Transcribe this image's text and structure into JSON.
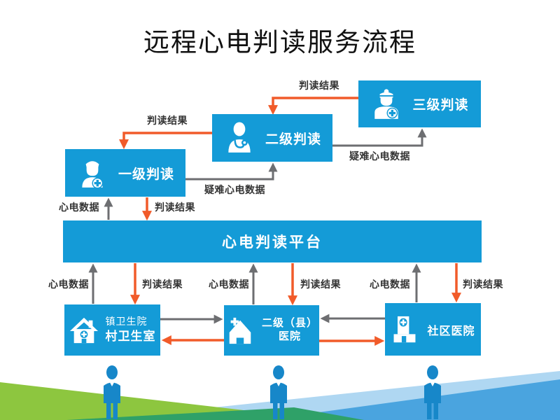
{
  "title": "远程心电判读服务流程",
  "nodes": {
    "level3": {
      "label": "三级判读",
      "icon": "surgeon-doctor-icon"
    },
    "level2": {
      "label": "二级判读",
      "icon": "stethoscope-doctor-icon"
    },
    "level1": {
      "label": "一级判读",
      "icon": "nurse-doctor-icon"
    },
    "platform": {
      "label": "心电判读平台"
    },
    "village": {
      "line1": "镇卫生院",
      "line2": "村卫生室",
      "icon": "village-clinic-house-icon"
    },
    "county": {
      "line1": "二级（县）",
      "line2": "医院",
      "icon": "county-hospital-icon"
    },
    "community": {
      "label": "社区医院",
      "icon": "community-clinic-building-icon"
    }
  },
  "edge_labels": {
    "result": "判读结果",
    "ecg_data": "心电数据",
    "difficult_ecg": "疑难心电数据"
  },
  "colors": {
    "node_blue": "#149BD7",
    "result_orange": "#F15B2A",
    "data_gray": "#6D6E71",
    "person_blue": "#1787C9",
    "grass_green": "#8DC63F",
    "grass_teal": "#2FA168",
    "wave_light_blue": "#AFD7F2",
    "wave_mid_blue": "#3F9EDD"
  }
}
